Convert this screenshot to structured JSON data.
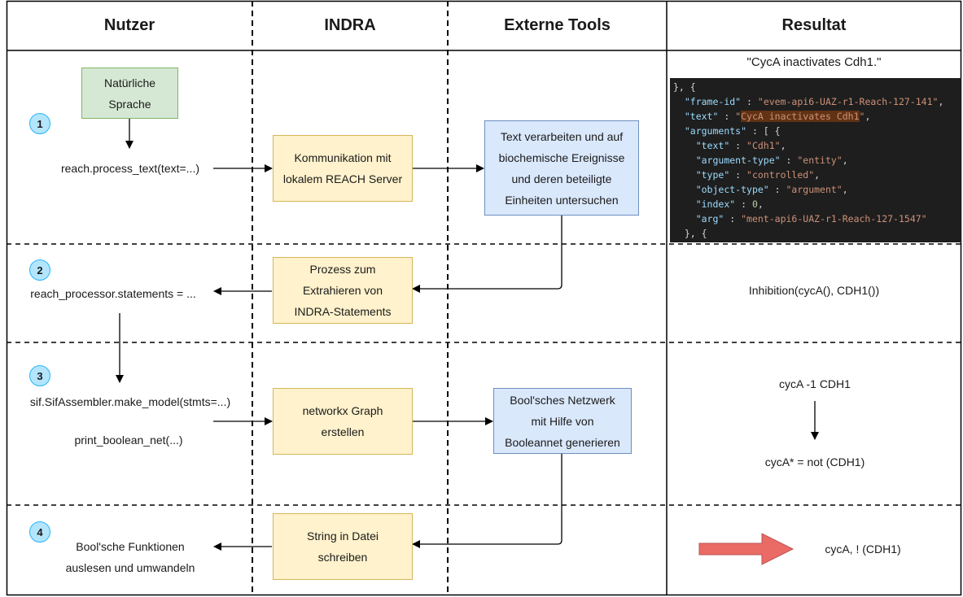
{
  "headers": {
    "user": "Nutzer",
    "indra": "INDRA",
    "tools": "Externe Tools",
    "result": "Resultat"
  },
  "steps": [
    {
      "number": "1",
      "input_box": [
        "Natürliche",
        "Sprache"
      ],
      "user_call": "reach.process_text(text=...)",
      "indra_box": [
        "Kommunikation mit",
        "lokalem REACH Server"
      ],
      "tool_box": [
        "Text verarbeiten und auf",
        "biochemische Ereignisse",
        "und deren beteiligte",
        "Einheiten untersuchen"
      ],
      "result_title": "\"CycA inactivates Cdh1.\""
    },
    {
      "number": "2",
      "user_call": "reach_processor.statements = ...",
      "indra_box": [
        "Prozess zum",
        "Extrahieren von",
        "INDRA-Statements"
      ],
      "result": "Inhibition(cycA(), CDH1())"
    },
    {
      "number": "3",
      "user_call": "sif.SifAssembler.make_model(stmts=...)",
      "user_call_2": "print_boolean_net(...)",
      "indra_box": [
        "networkx Graph",
        "erstellen"
      ],
      "tool_box": [
        "Bool'sches Netzwerk",
        "mit Hilfe von",
        "Booleannet generieren"
      ],
      "result_top": "cycA -1 CDH1",
      "result_bottom": "cycA* = not (CDH1)"
    },
    {
      "number": "4",
      "user_text": [
        "Bool'sche Funktionen",
        "auslesen und umwandeln"
      ],
      "indra_box": [
        "String in Datei",
        "schreiben"
      ],
      "result": "cycA, ! (CDH1)"
    }
  ],
  "code_snippet": {
    "open": "}, {",
    "frame_id_key": "\"frame-id\"",
    "frame_id_value": "\"evem-api6-UAZ-r1-Reach-127-141\"",
    "text_key": "\"text\"",
    "text_value_q1": "\"",
    "text_value_hl": "CycA inactivates Cdh1",
    "text_value_q2": "\"",
    "arguments_key": "\"arguments\"",
    "arguments_open": " : [ {",
    "arg_text_key": "\"text\"",
    "arg_text_value": "\"Cdh1\"",
    "argument_type_key": "\"argument-type\"",
    "argument_type_value": "\"entity\"",
    "type_key": "\"type\"",
    "type_value": "\"controlled\"",
    "object_type_key": "\"object-type\"",
    "object_type_value": "\"argument\"",
    "index_key": "\"index\"",
    "index_value": "0",
    "arg_key": "\"arg\"",
    "arg_value": "\"ment-api6-UAZ-r1-Reach-127-1547\"",
    "close": "}, {"
  },
  "colors": {
    "green_fill": "#d5e8d4",
    "yellow_fill": "#fff2cc",
    "blue_fill": "#dae8fc",
    "badge_fill": "#b3e5fc",
    "arrow_red": "#ea6b66",
    "code_bg": "#1e1e1e"
  }
}
